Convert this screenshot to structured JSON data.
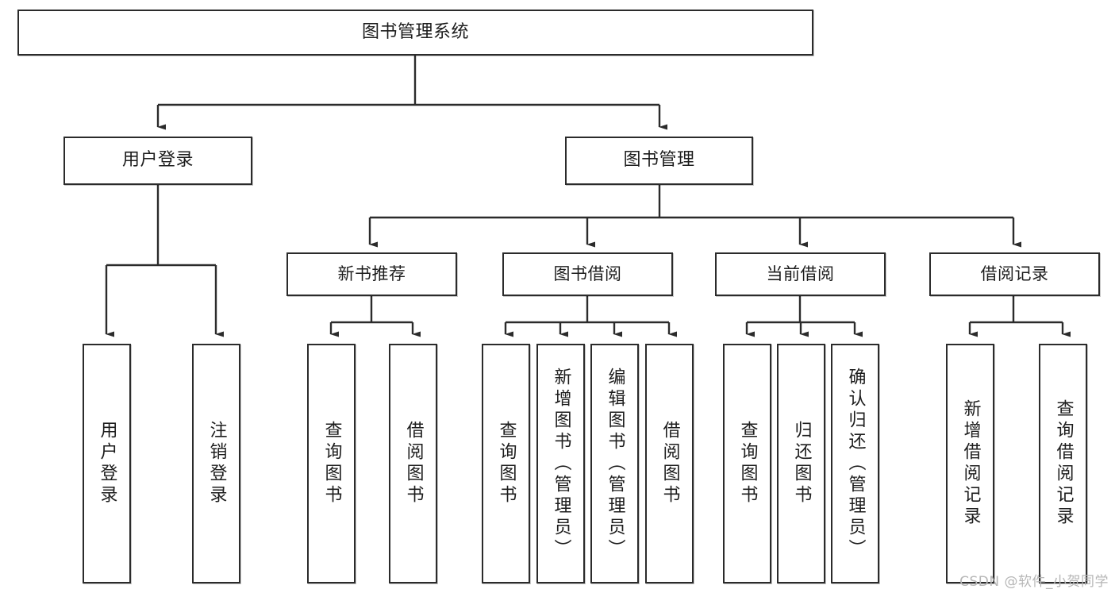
{
  "diagram": {
    "title": "图书管理系统",
    "watermark": "CSDN @软件_小贺同学",
    "colors": {
      "stroke": "#2b2b2b",
      "fill": "#ffffff",
      "text": "#1d1d1d",
      "watermark": "#b6b6b6"
    },
    "nodes": {
      "root": {
        "label": "图书管理系统"
      },
      "level1": [
        {
          "label": "用户登录"
        },
        {
          "label": "图书管理"
        }
      ],
      "level2": [
        {
          "label": "新书推荐"
        },
        {
          "label": "图书借阅"
        },
        {
          "label": "当前借阅"
        },
        {
          "label": "借阅记录"
        }
      ],
      "leaves": {
        "user_login": [
          {
            "label": "用户登录"
          },
          {
            "label": "注销登录"
          }
        ],
        "new_book_recommend": [
          {
            "label": "查询图书"
          },
          {
            "label": "借阅图书"
          }
        ],
        "book_borrow": [
          {
            "label": "查询图书"
          },
          {
            "label": "新增图书（管理员）"
          },
          {
            "label": "编辑图书（管理员）"
          },
          {
            "label": "借阅图书"
          }
        ],
        "current_borrow": [
          {
            "label": "查询图书"
          },
          {
            "label": "归还图书"
          },
          {
            "label": "确认归还（管理员）"
          }
        ],
        "borrow_record": [
          {
            "label": "新增借阅记录"
          },
          {
            "label": "查询借阅记录"
          }
        ]
      }
    }
  }
}
